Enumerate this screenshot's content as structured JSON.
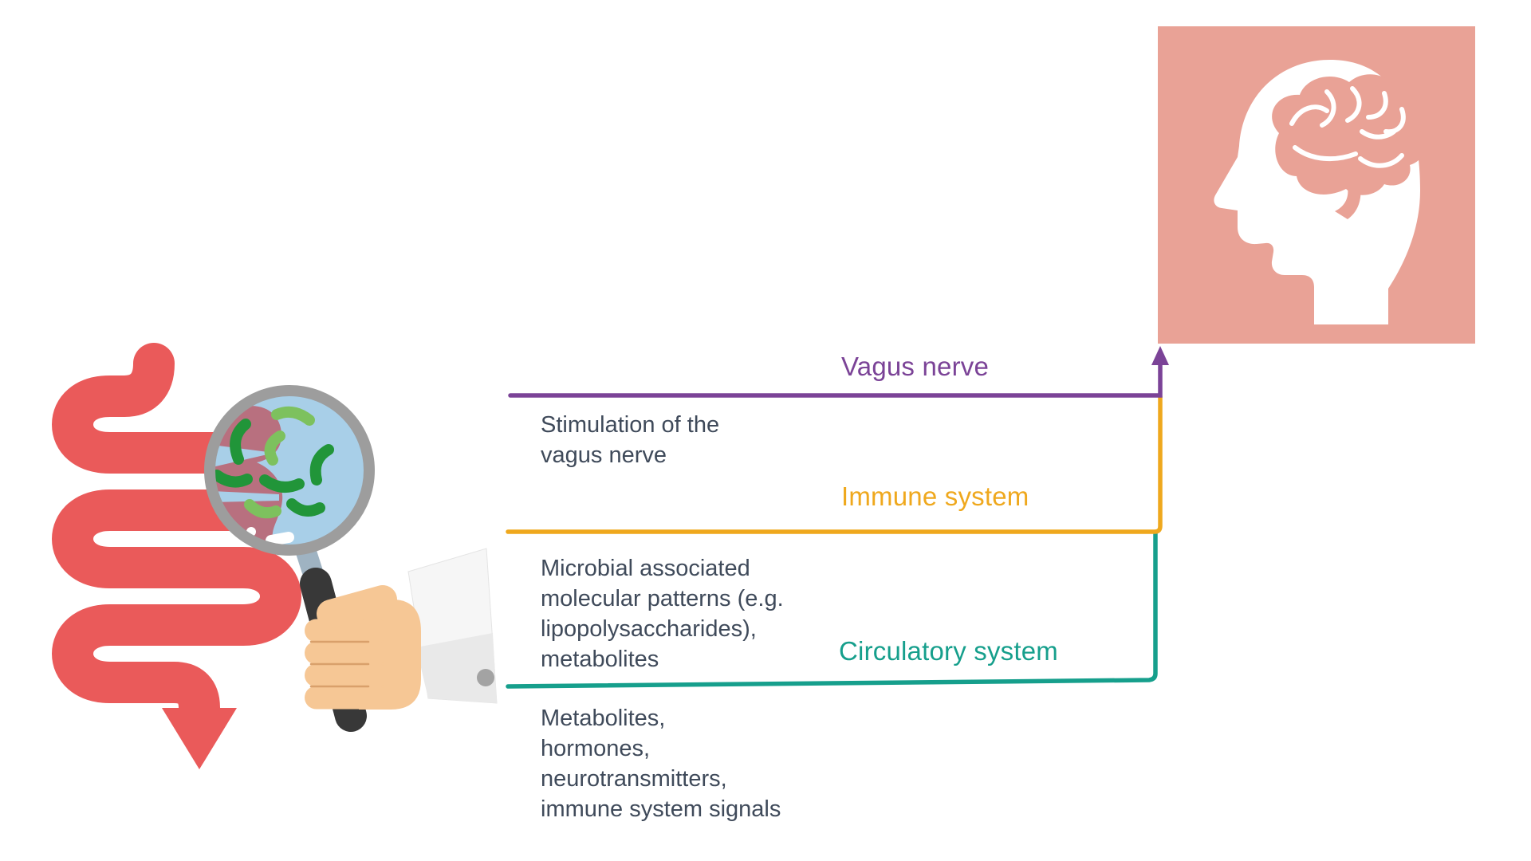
{
  "background": "#ffffff",
  "text_color": "#3f4a5a",
  "pathways": [
    {
      "label": "Vagus nerve",
      "color": "#7b4397",
      "description": "Stimulation of the\nvagus nerve"
    },
    {
      "label": "Immune system",
      "color": "#efa81d",
      "description": "Microbial associated\nmolecular patterns (e.g.\nlipopolysaccharides),\nmetabolites"
    },
    {
      "label": "Circulatory system",
      "color": "#169f8c",
      "description": "Metabolites,\nhormones,\nneurotransmitters,\nimmune system signals"
    }
  ],
  "brain_panel": {
    "icon": "head-with-brain",
    "bg": "#e9a296",
    "head_fill": "#ffffff",
    "brain_fill": "#e9a296"
  },
  "gut": {
    "icon": "intestine-with-magnifier-and-hand",
    "colors": {
      "intestine": "#ea5a5a",
      "lens": "#a8cfe8",
      "rim": "#9d9d9d",
      "magnified_gut": "#b8707f",
      "bacteria_dark": "#219539",
      "bacteria_light": "#7dc15e",
      "skin": "#f6c795",
      "finger_line": "#d9a06b",
      "sleeve": "#f6f6f6",
      "cuff": "#e9e9e9",
      "button": "#a3a3a3",
      "handle": "#383838",
      "handle_neck": "#9fb3c2"
    }
  }
}
